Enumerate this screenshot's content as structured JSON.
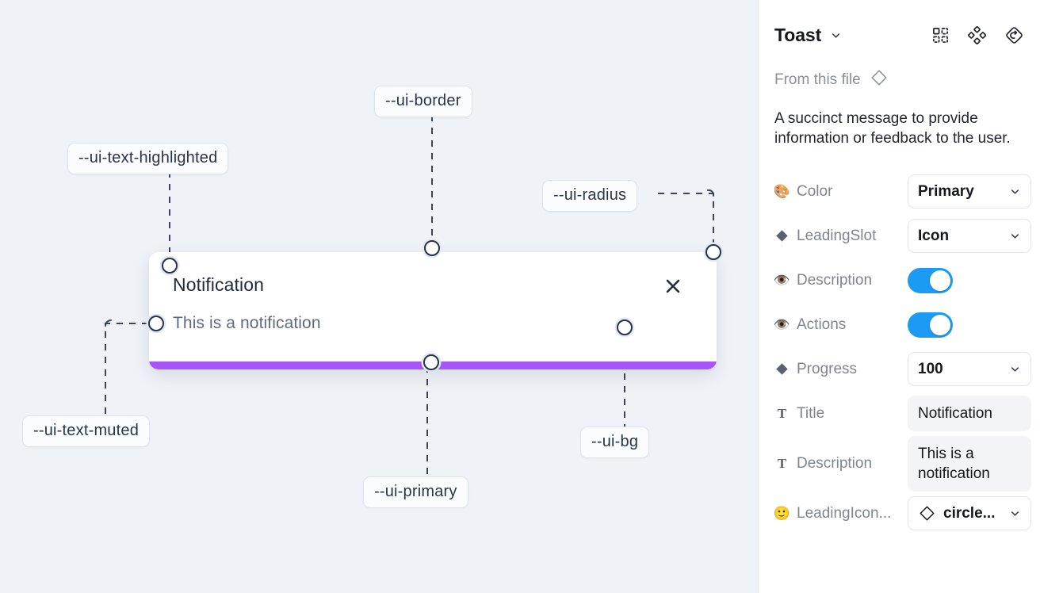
{
  "canvas": {
    "background_color": "#eff2f7",
    "toast": {
      "title": "Notification",
      "description": "This is a notification",
      "close_icon": "close-x-icon",
      "progress_color": "#a855f7",
      "background_color": "#ffffff"
    },
    "tokens": [
      {
        "name": "--ui-text-highlighted"
      },
      {
        "name": "--ui-border"
      },
      {
        "name": "--ui-radius"
      },
      {
        "name": "--ui-text-muted"
      },
      {
        "name": "--ui-primary"
      },
      {
        "name": "--ui-bg"
      }
    ]
  },
  "panel": {
    "title": "Toast",
    "title_caret_icon": "chevron-down-icon",
    "header_icons": [
      {
        "name": "component-grid-icon"
      },
      {
        "name": "variants-diamond-cluster-icon"
      },
      {
        "name": "reset-diamond-icon"
      }
    ],
    "from_this_file": {
      "label": "From this file",
      "icon": "diamond-outline-icon"
    },
    "description": "A succinct message to provide information or feedback to the user.",
    "properties": [
      {
        "icon": "palette-emoji",
        "glyph": "🎨",
        "label": "Color",
        "control": "select",
        "value": "Primary"
      },
      {
        "icon": "diamond-filled-icon",
        "glyph": "",
        "label": "LeadingSlot",
        "control": "select",
        "value": "Icon"
      },
      {
        "icon": "eye-emoji",
        "glyph": "👁️",
        "label": "Description",
        "control": "toggle",
        "value": "on"
      },
      {
        "icon": "eye-emoji",
        "glyph": "👁️",
        "label": "Actions",
        "control": "toggle",
        "value": "on"
      },
      {
        "icon": "diamond-filled-icon",
        "glyph": "",
        "label": "Progress",
        "control": "select",
        "value": "100"
      },
      {
        "icon": "text-t-icon",
        "glyph": "T",
        "label": "Title",
        "control": "text",
        "value": "Notification"
      },
      {
        "icon": "text-t-icon",
        "glyph": "T",
        "label": "Description",
        "control": "textarea",
        "value": "This is a notification"
      },
      {
        "icon": "smiley-emoji",
        "glyph": "🙂",
        "label": "LeadingIcon...",
        "control": "select-icon",
        "value": "circle..."
      }
    ],
    "toggle_on_color": "#1c9bf5"
  }
}
